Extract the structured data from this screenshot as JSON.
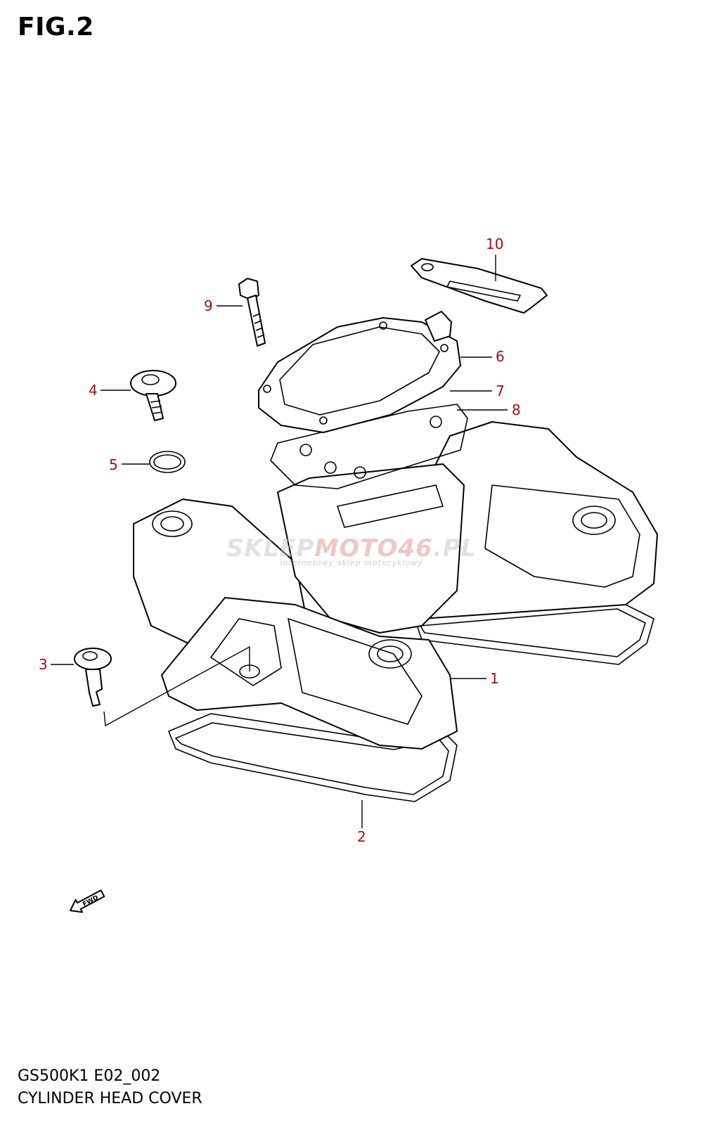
{
  "header": {
    "title": "FIG.2"
  },
  "callouts": [
    {
      "id": "1",
      "label": "1"
    },
    {
      "id": "2",
      "label": "2"
    },
    {
      "id": "3",
      "label": "3"
    },
    {
      "id": "4",
      "label": "4"
    },
    {
      "id": "5",
      "label": "5"
    },
    {
      "id": "6",
      "label": "6"
    },
    {
      "id": "7",
      "label": "7"
    },
    {
      "id": "8",
      "label": "8"
    },
    {
      "id": "9",
      "label": "9"
    },
    {
      "id": "10",
      "label": "10"
    }
  ],
  "direction_marker": {
    "label": "FWD",
    "icon": "fwd-arrow-icon"
  },
  "watermark": {
    "main_a": "SKLEP",
    "main_b": "MOTO46",
    "main_c": ".PL",
    "sub": "internetowy sklep motocyklowy"
  },
  "footer": {
    "code": "GS500K1 E02_002",
    "name": "CYLINDER HEAD COVER"
  },
  "colors": {
    "callout": "#a01010",
    "line": "#000000"
  }
}
